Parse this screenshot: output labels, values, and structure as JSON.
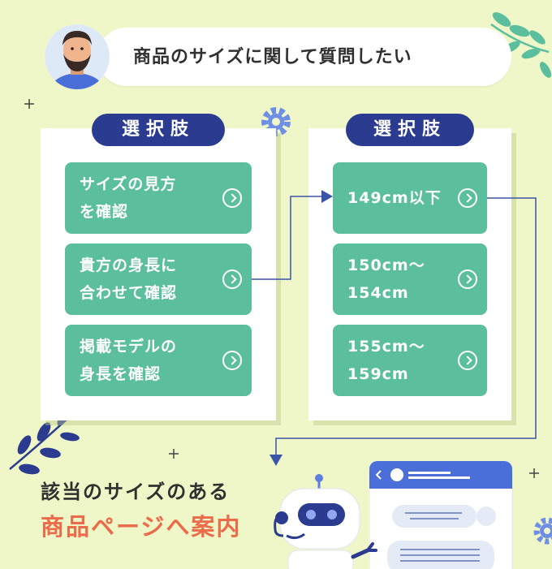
{
  "question": "商品のサイズに関して質問したい",
  "panels": [
    {
      "label": "選択肢",
      "options": [
        "サイズの見方\nを確認",
        "貴方の身長に\n合わせて確認",
        "掲載モデルの\n身長を確認"
      ]
    },
    {
      "label": "選択肢",
      "options": [
        "149cm以下",
        "150cm〜\n154cm",
        "155cm〜\n159cm"
      ]
    }
  ],
  "result": {
    "line1": "該当のサイズのある",
    "line2": "商品ページへ案内"
  },
  "colors": {
    "background": "#eff7c8",
    "navy": "#2b3b8f",
    "option_green": "#5bbf9e",
    "accent_orange": "#ec6b4a",
    "connector_blue": "#3a55a8"
  }
}
